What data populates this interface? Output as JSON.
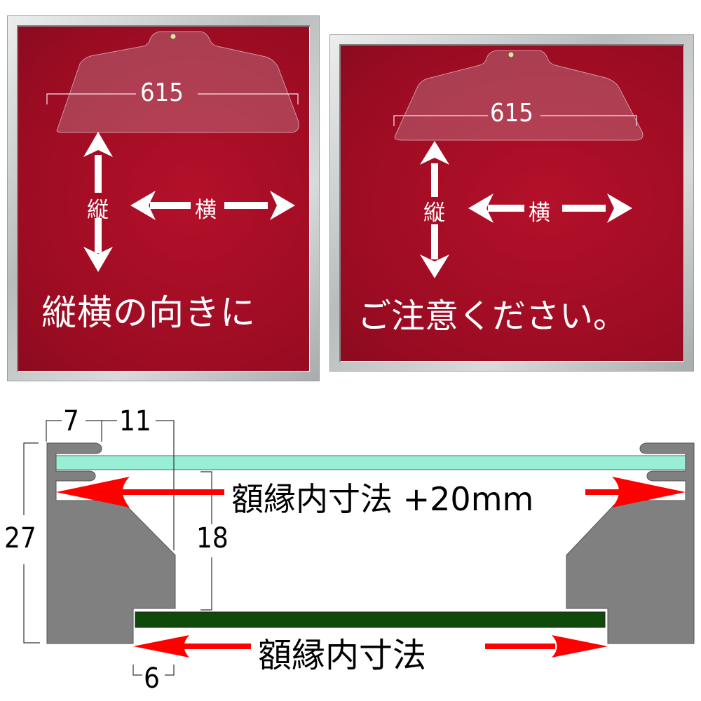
{
  "panel_left": {
    "hanger_dimension": "615",
    "vertical_label": "縦",
    "horizontal_label": "横",
    "caption": "縦横の向きに"
  },
  "panel_right": {
    "hanger_dimension": "615",
    "vertical_label": "縦",
    "horizontal_label": "横",
    "caption": "ご注意ください。"
  },
  "profile_diagram": {
    "dim_lip_width": "7",
    "dim_rabbet_width": "11",
    "dim_total_height": "27",
    "dim_inner_height": "18",
    "dim_step": "6",
    "label_upper": "額縁内寸法 +20mm",
    "label_lower": "額縁内寸法"
  },
  "colors": {
    "felt_red": "#a50d25",
    "frame_silver": "#c4c6c7",
    "profile_gray": "#808080",
    "glass_mint": "#99eed6",
    "backboard_green": "#0f4a0a",
    "arrow_red": "#ff0000"
  }
}
